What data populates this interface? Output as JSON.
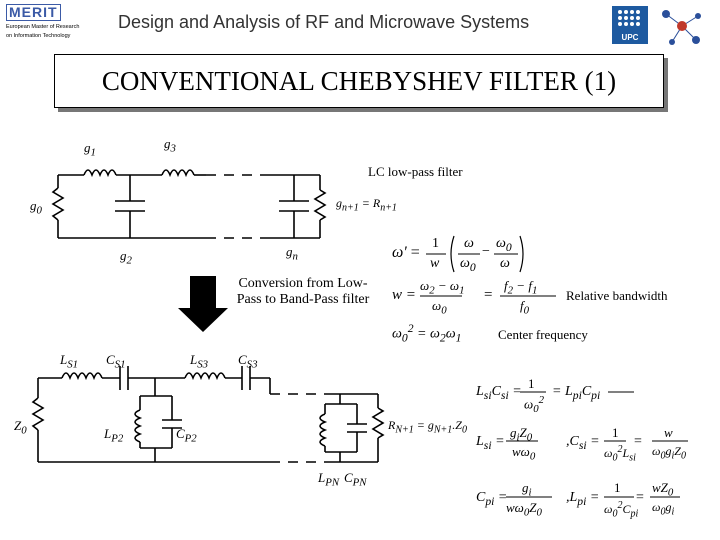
{
  "header": {
    "merit_logo_word": "MERIT",
    "merit_logo_line1": "European Master of Research",
    "merit_logo_line2": "on Information Technology",
    "title": "Design and Analysis of RF and Microwave Systems",
    "upc_logo_text": "UPC"
  },
  "slide": {
    "title": "CONVENTIONAL CHEBYSHEV FILTER (1)"
  },
  "lowpass": {
    "caption": "LC low-pass filter",
    "g1": "g",
    "g1_sub": "1",
    "g3": "g",
    "g3_sub": "3",
    "g0": "g",
    "g0_sub": "0",
    "g2": "g",
    "g2_sub": "2",
    "gn": "g",
    "gn_sub": "n",
    "gn1": "g",
    "gn1_sub": "n+1",
    "eq": "= R",
    "Rn1_sub": "n+1"
  },
  "conversion": {
    "text": "Conversion from Low-Pass to Band-Pass filter"
  },
  "equations": {
    "omega_prime": "ω'",
    "equals": "=",
    "one": "1",
    "w": "w",
    "omega": "ω",
    "omega0": "ω",
    "sub0": "0",
    "minus": "−",
    "bandwidth_label": "Relative bandwidth",
    "center_label": "Center frequency",
    "w_eq": "w =",
    "omega2": "ω",
    "sub2": "2",
    "omega1": "ω",
    "sub1": "1",
    "f2": "f",
    "f1": "f",
    "f0": "f"
  },
  "bandpass": {
    "Ls1": "L",
    "Ls1_sub": "S1",
    "Cs1": "C",
    "Cs1_sub": "S1",
    "Ls3": "L",
    "Ls3_sub": "S3",
    "Cs3": "C",
    "Cs3_sub": "S3",
    "Lp2": "L",
    "Lp2_sub": "P2",
    "Cp2": "C",
    "Cp2_sub": "P2",
    "LpN": "L",
    "LpN_sub": "PN",
    "CpN": "C",
    "CpN_sub": "PN",
    "Z0": "Z",
    "Z0_sub": "0",
    "RN1_text": "R",
    "RN1_sub": "N+1",
    "RN1_rest": "= g",
    "RN1_gsub": "N+1",
    "RN1_end": ".Z",
    "RN1_zsub": "0"
  },
  "design_eqs": {
    "eq1_lhs": "L",
    "eq1_lhs_sub": "si",
    "eq1_lhs2": "C",
    "eq1_lhs2_sub": "si",
    "eq1_mid": "=",
    "eq1_rhs": "L",
    "eq1_rhs_sub": "pi",
    "eq1_rhs2": "C",
    "eq1_rhs2_sub": "pi",
    "comma": ",",
    "gi": "g",
    "sub_i": "i"
  }
}
